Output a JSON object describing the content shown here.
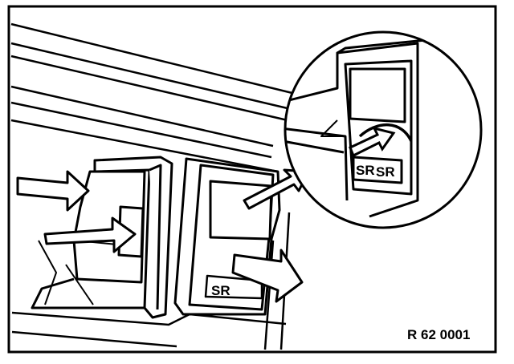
{
  "figure": {
    "reference_code": "R 62 0001"
  },
  "colors": {
    "ink": "#000000",
    "paper": "#ffffff"
  },
  "detail_view": {
    "switch_labels": [
      "SR",
      "SR"
    ]
  },
  "main_view": {
    "switch_label": "SR"
  }
}
